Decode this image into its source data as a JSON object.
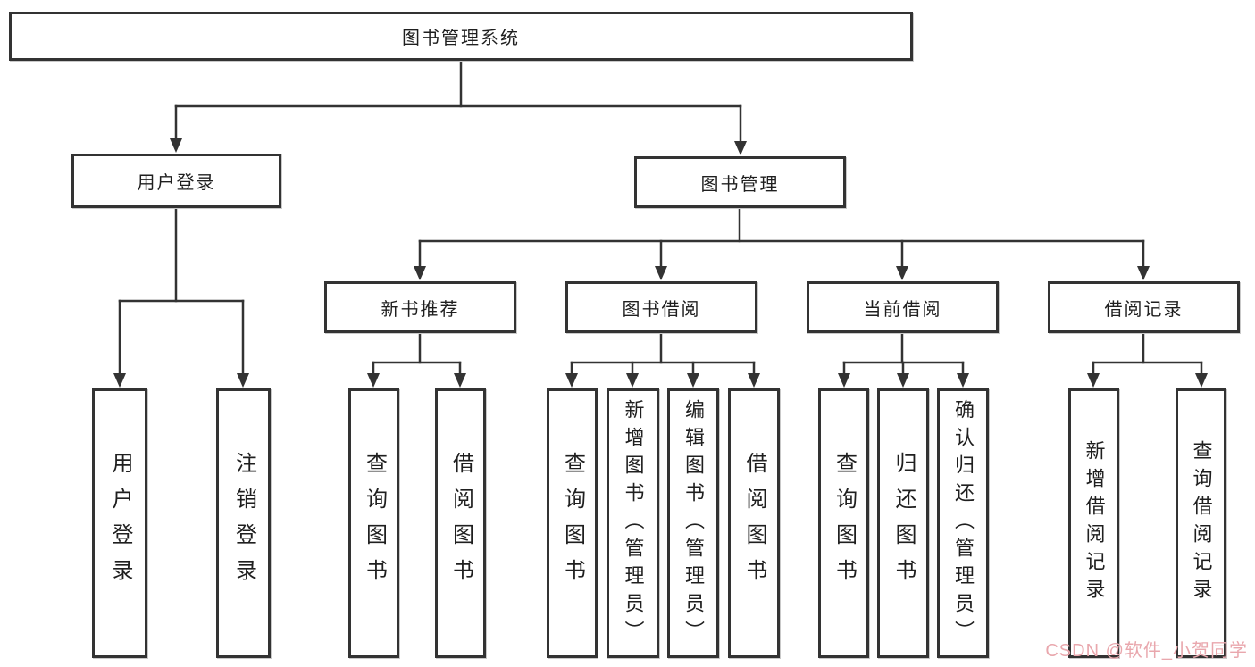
{
  "tree": {
    "root": {
      "label": "图书管理系统"
    },
    "children": [
      {
        "label": "用户登录",
        "children": [
          {
            "label": "用户登录"
          },
          {
            "label": "注销登录"
          }
        ]
      },
      {
        "label": "图书管理",
        "children": [
          {
            "label": "新书推荐",
            "children": [
              {
                "label": "查询图书"
              },
              {
                "label": "借阅图书"
              }
            ]
          },
          {
            "label": "图书借阅",
            "children": [
              {
                "label": "查询图书"
              },
              {
                "label": "新增图书（管理员）"
              },
              {
                "label": "编辑图书（管理员）"
              },
              {
                "label": "借阅图书"
              }
            ]
          },
          {
            "label": "当前借阅",
            "children": [
              {
                "label": "查询图书"
              },
              {
                "label": "归还图书"
              },
              {
                "label": "确认归还（管理员）"
              }
            ]
          },
          {
            "label": "借阅记录",
            "children": [
              {
                "label": "新增借阅记录"
              },
              {
                "label": "查询借阅记录"
              }
            ]
          }
        ]
      }
    ]
  },
  "watermark": {
    "text": "CSDN @软件_小贺同学",
    "color": "#e9a7ad"
  },
  "colors": {
    "line": "#333333",
    "box_border": "#333333",
    "box_background": "#ffffff",
    "text": "#1f1f1f",
    "background": "#ffffff"
  }
}
